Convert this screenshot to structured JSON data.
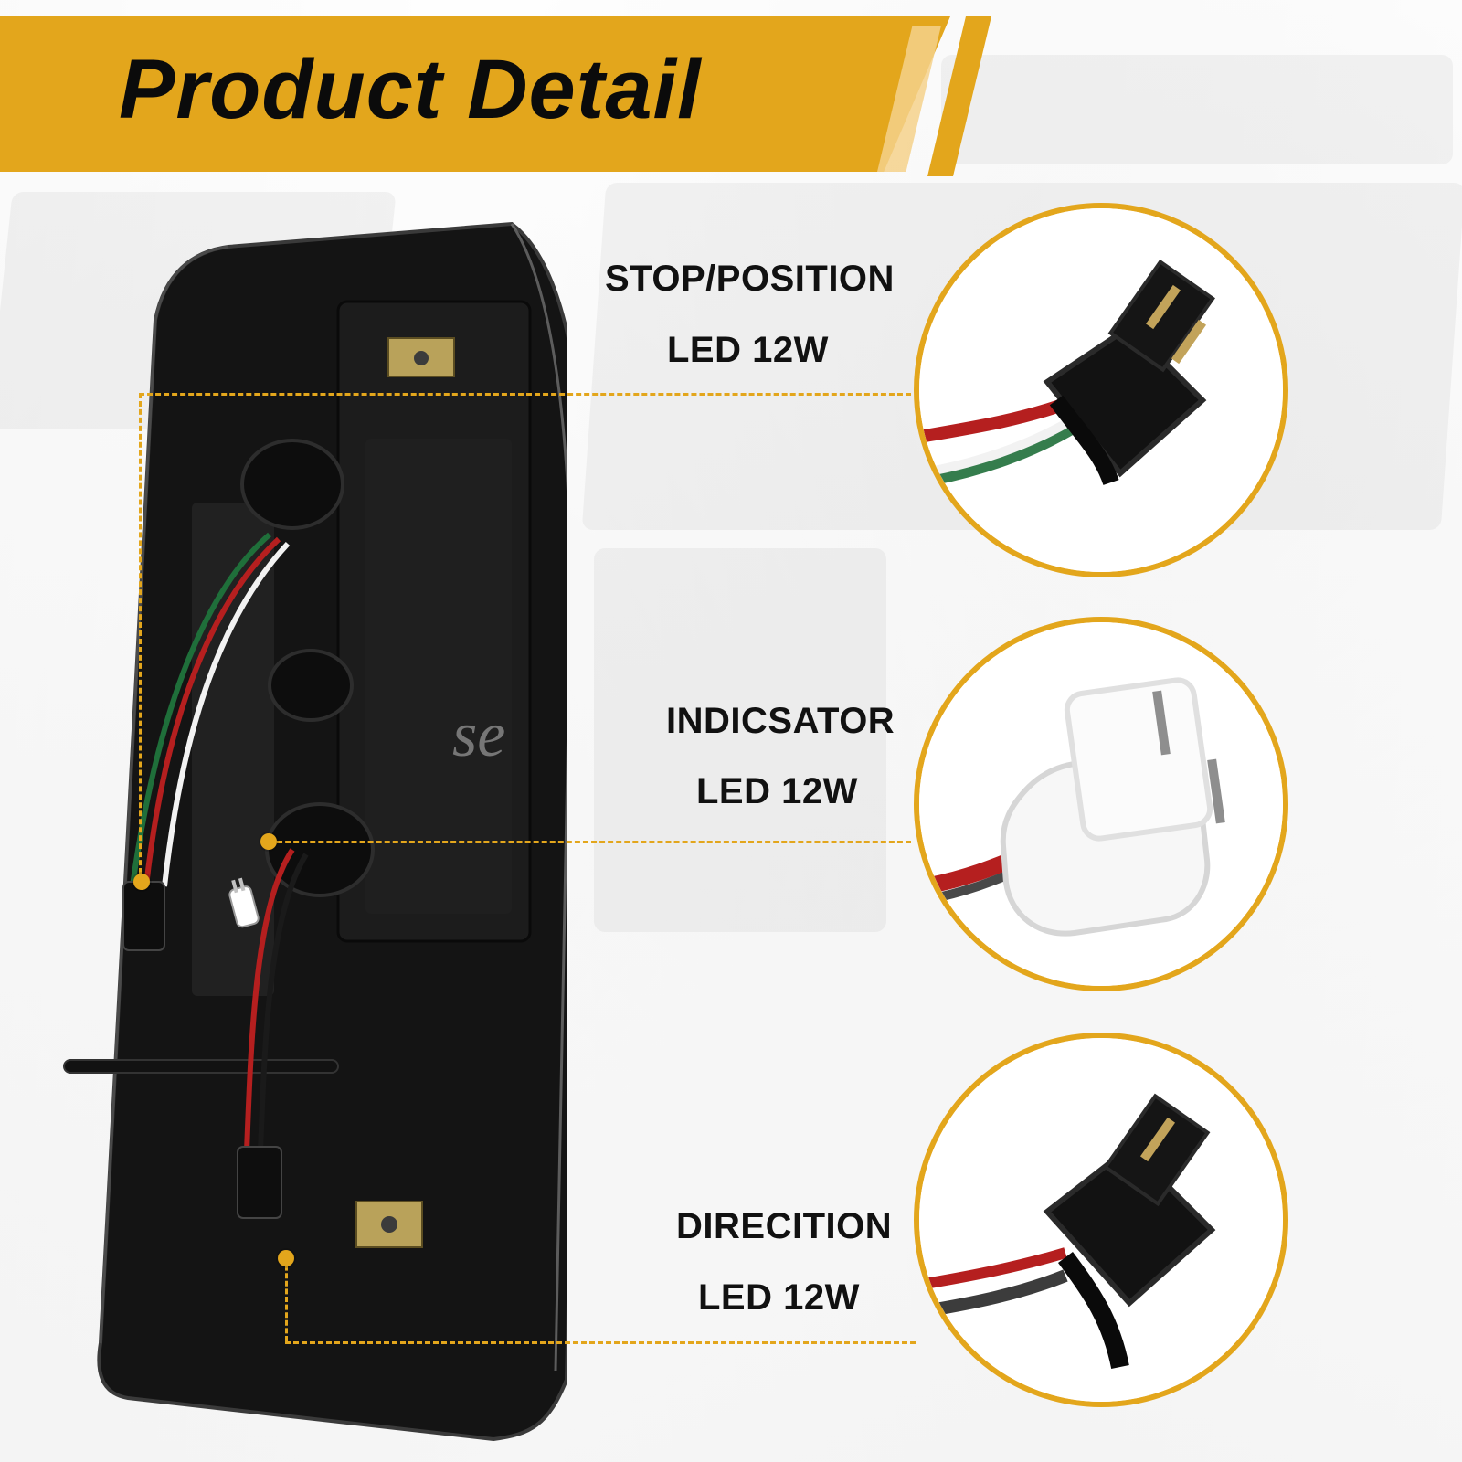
{
  "header": {
    "title": "Product Detail"
  },
  "callouts": [
    {
      "name": "stop-position",
      "title": "STOP/POSITION",
      "subtitle": "LED 12W",
      "icon": "twist-socket-connector-icon"
    },
    {
      "name": "indicator",
      "title": "INDICSATOR",
      "subtitle": "LED 12W",
      "icon": "wedge-bulb-socket-icon"
    },
    {
      "name": "direction",
      "title": "DIRECITION",
      "subtitle": "LED 12W",
      "icon": "twist-socket-connector-icon"
    }
  ],
  "theme": {
    "accent": "#e3a61c",
    "text": "#111111",
    "product": "#141414"
  }
}
